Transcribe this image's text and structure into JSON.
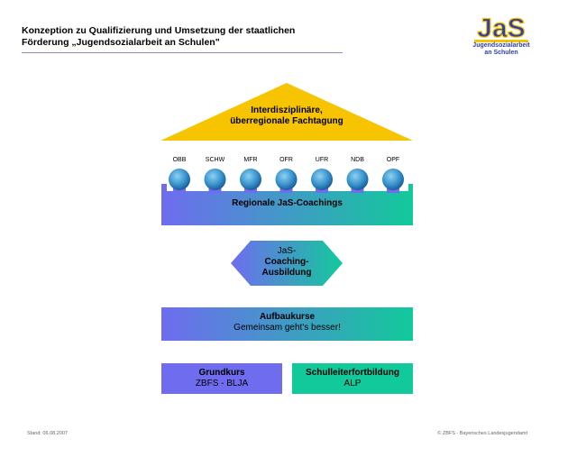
{
  "header": {
    "title_line1": "Konzeption zu Qualifizierung und Umsetzung der staatlichen",
    "title_line2": "Förderung „Jugendsozialarbeit an Schulen\"",
    "logo_text_line1": "Jugendsozialarbeit",
    "logo_text_line2": "an Schulen"
  },
  "roof": {
    "line1": "Interdisziplinäre,",
    "line2": "überregionale Fachtagung"
  },
  "regions": [
    "OBB",
    "SCHW",
    "MFR",
    "OFR",
    "UFR",
    "NDB",
    "OPF"
  ],
  "coaching_bar": {
    "label": "Regionale JaS-Coachings"
  },
  "hexagon": {
    "line1": "JaS-",
    "line2": "Coaching-",
    "line3": "Ausbildung"
  },
  "aufbau": {
    "title": "Aufbaukurse",
    "subtitle": "Gemeinsam geht's besser!"
  },
  "grundkurs": {
    "title": "Grundkurs",
    "subtitle": "ZBFS - BLJA"
  },
  "schulleiter": {
    "title": "Schulleiterfortbildung",
    "subtitle": "ALP"
  },
  "footer": {
    "left": "Stand: 06.08.2007",
    "right": "© ZBFS - Bayerisches Landesjugendamt"
  },
  "colors": {
    "roof": "#f6c400",
    "blue": "#6f6cf0",
    "green": "#12c99b",
    "sphere": "#3a95cf"
  }
}
